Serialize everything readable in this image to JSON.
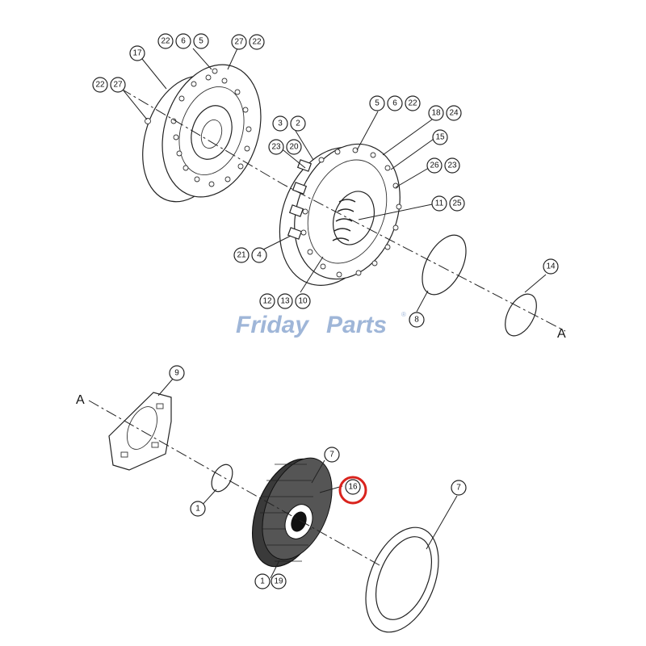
{
  "watermark": {
    "brand_left": "Friday",
    "brand_right": "Parts",
    "mark": "®",
    "color": "#9fb6d8"
  },
  "highlight_color": "#d9231d",
  "connector_label": "A",
  "callouts": {
    "c22a": "22",
    "c6a": "6",
    "c5a": "5",
    "c27a": "27",
    "c22b": "22",
    "c17": "17",
    "c22c": "22",
    "c27b": "27",
    "c5b": "5",
    "c6b": "6",
    "c22d": "22",
    "c18": "18",
    "c24": "24",
    "c3": "3",
    "c2": "2",
    "c15": "15",
    "c23a": "23",
    "c20": "20",
    "c26": "26",
    "c23b": "23",
    "c11": "11",
    "c25": "25",
    "c21": "21",
    "c4": "4",
    "c14": "14",
    "c12": "12",
    "c13": "13",
    "c10": "10",
    "c8": "8",
    "c9": "9",
    "c7a": "7",
    "c16": "16",
    "c7b": "7",
    "c1a": "1",
    "c1b": "1",
    "c19": "19"
  }
}
